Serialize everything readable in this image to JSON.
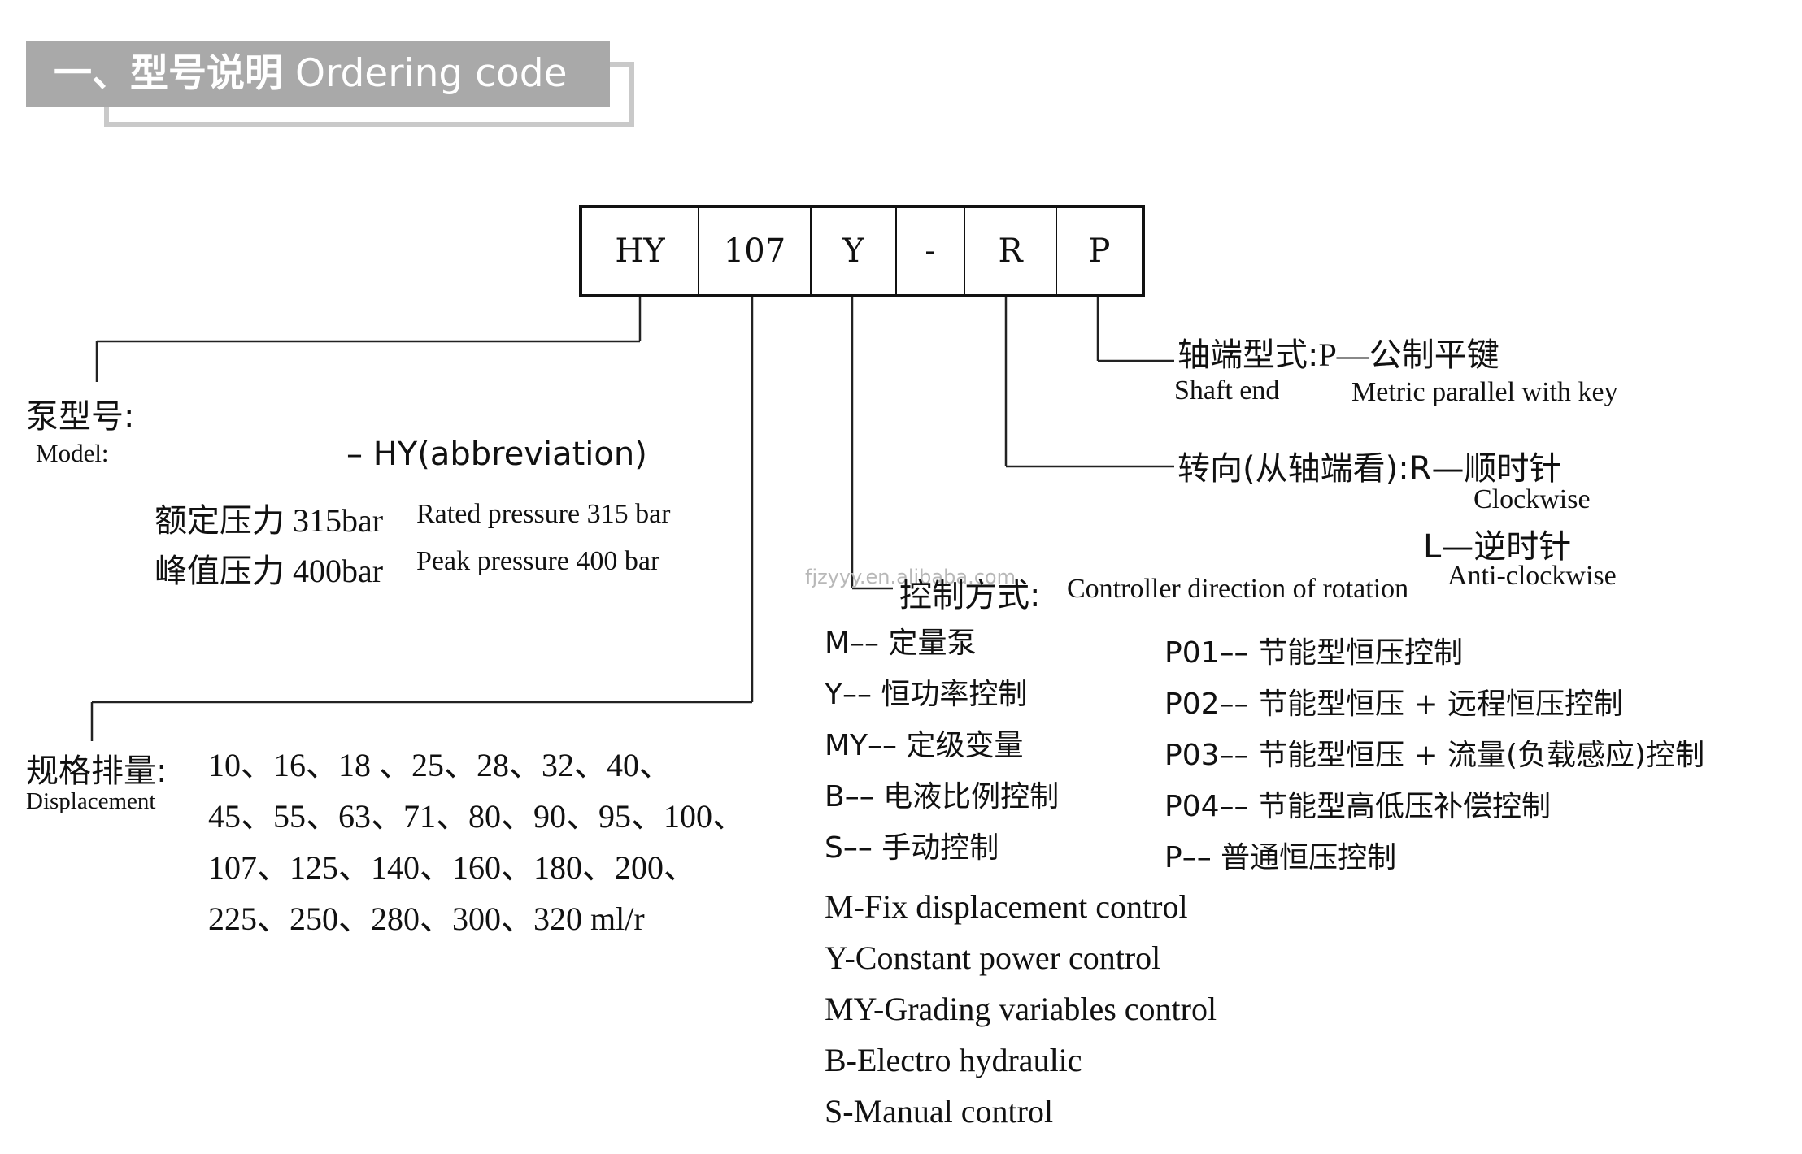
{
  "header": {
    "title_cn": "一、型号说明",
    "title_en": "Ordering code"
  },
  "code_boxes": [
    "HY",
    "107",
    "Y",
    "-",
    "R",
    "P"
  ],
  "model": {
    "label_cn": "泵型号:",
    "label_en": "Model:",
    "abbreviation": "– HY(abbreviation)",
    "rated_cn": "额定压力 315bar",
    "rated_en": "Rated pressure 315 bar",
    "peak_cn": "峰值压力 400bar",
    "peak_en": "Peak pressure 400 bar"
  },
  "shaft": {
    "label_cn": "轴端型式:",
    "value_cn": "P—公制平键",
    "label_en": "Shaft end",
    "value_en": "Metric parallel with key"
  },
  "rotation": {
    "label_cn": "转向(从轴端看):R—顺时针",
    "clockwise_en": "Clockwise",
    "ccw_cn": "L—逆时针",
    "ccw_en": "Anti-clockwise"
  },
  "control": {
    "label_cn": "控制方式:",
    "label_en": "Controller direction of rotation",
    "left_options": [
      "M–– 定量泵",
      "Y–– 恒功率控制",
      "MY–– 定级变量",
      "B–– 电液比例控制",
      "S–– 手动控制"
    ],
    "right_options": [
      "P01–– 节能型恒压控制",
      "P02–– 节能型恒压 + 远程恒压控制",
      "P03–– 节能型恒压 + 流量(负载感应)控制",
      "P04–– 节能型高低压补偿控制",
      "P–– 普通恒压控制"
    ],
    "english_options": [
      "M-Fix displacement control",
      "Y-Constant power control",
      "MY-Grading variables control",
      "B-Electro hydraulic",
      "S-Manual control"
    ]
  },
  "displacement": {
    "label_cn": "规格排量:",
    "label_en": "Displacement",
    "lines": [
      "10、16、18 、25、28、32、40、",
      "45、55、63、71、80、90、95、100、",
      "107、125、140、160、180、200、",
      "225、250、280、300、320 ml/r"
    ]
  },
  "watermark": "fjzyyy.en.alibaba.com"
}
